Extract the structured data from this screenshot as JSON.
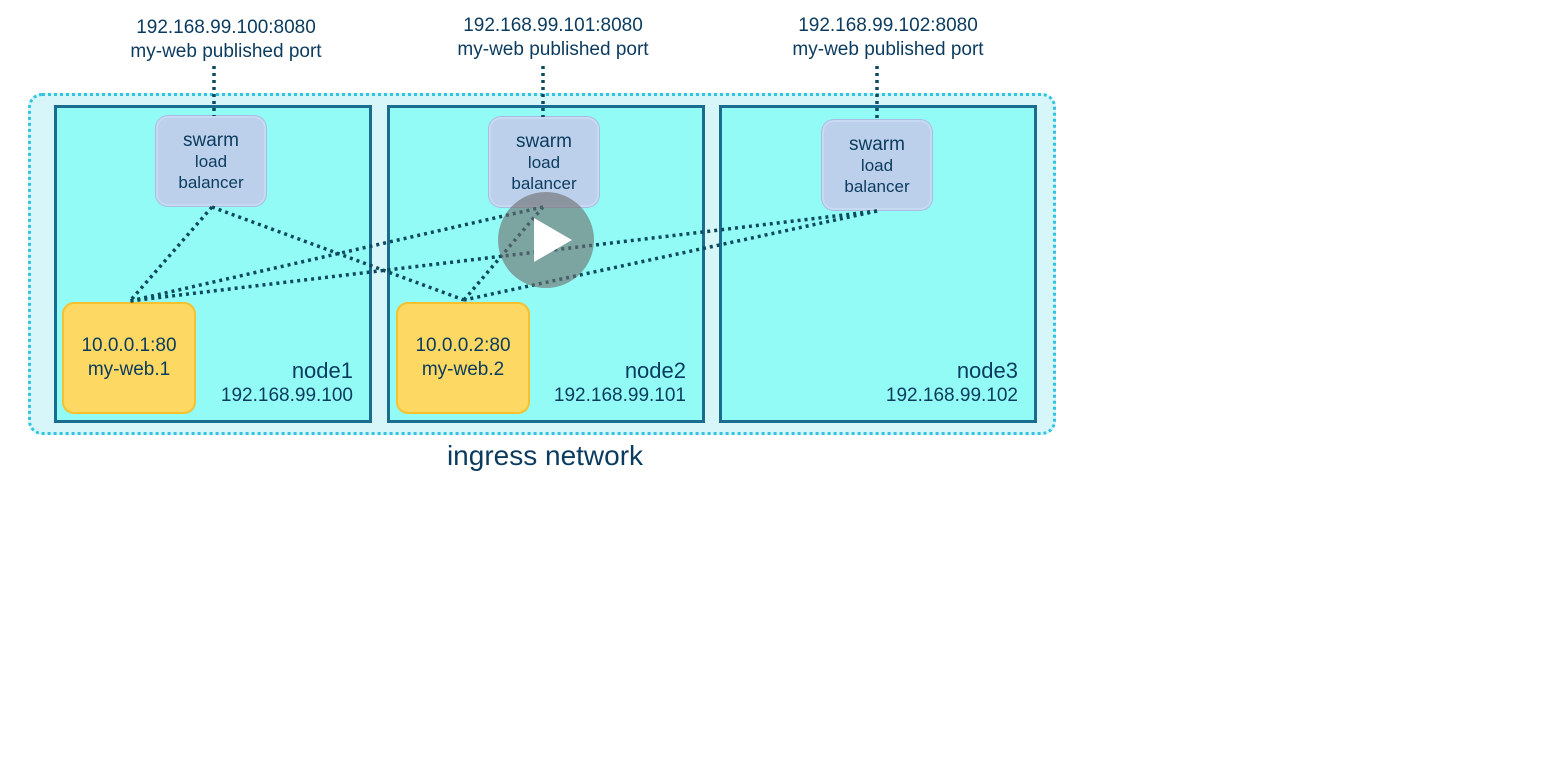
{
  "ports": [
    {
      "address": "192.168.99.100:8080",
      "caption": "my-web published port"
    },
    {
      "address": "192.168.99.101:8080",
      "caption": "my-web published port"
    },
    {
      "address": "192.168.99.102:8080",
      "caption": "my-web published port"
    }
  ],
  "nodes": [
    {
      "name": "node1",
      "ip": "192.168.99.100"
    },
    {
      "name": "node2",
      "ip": "192.168.99.101"
    },
    {
      "name": "node3",
      "ip": "192.168.99.102"
    }
  ],
  "load_balancer": {
    "line1": "swarm",
    "line2": "load",
    "line3": "balancer"
  },
  "tasks": [
    {
      "address": "10.0.0.1:80",
      "name": "my-web.1"
    },
    {
      "address": "10.0.0.2:80",
      "name": "my-web.2"
    }
  ],
  "network_label": "ingress network",
  "colors": {
    "ingress_fill": "#d6f6fa",
    "ingress_border": "#33c3df",
    "node_fill": "#93fbf5",
    "node_border": "#1b6d8f",
    "load_balancer_fill": "#bcd0ec",
    "task_fill": "#fdd862",
    "link": "#0e4a5f"
  },
  "overlay": {
    "icon": "play-icon"
  }
}
